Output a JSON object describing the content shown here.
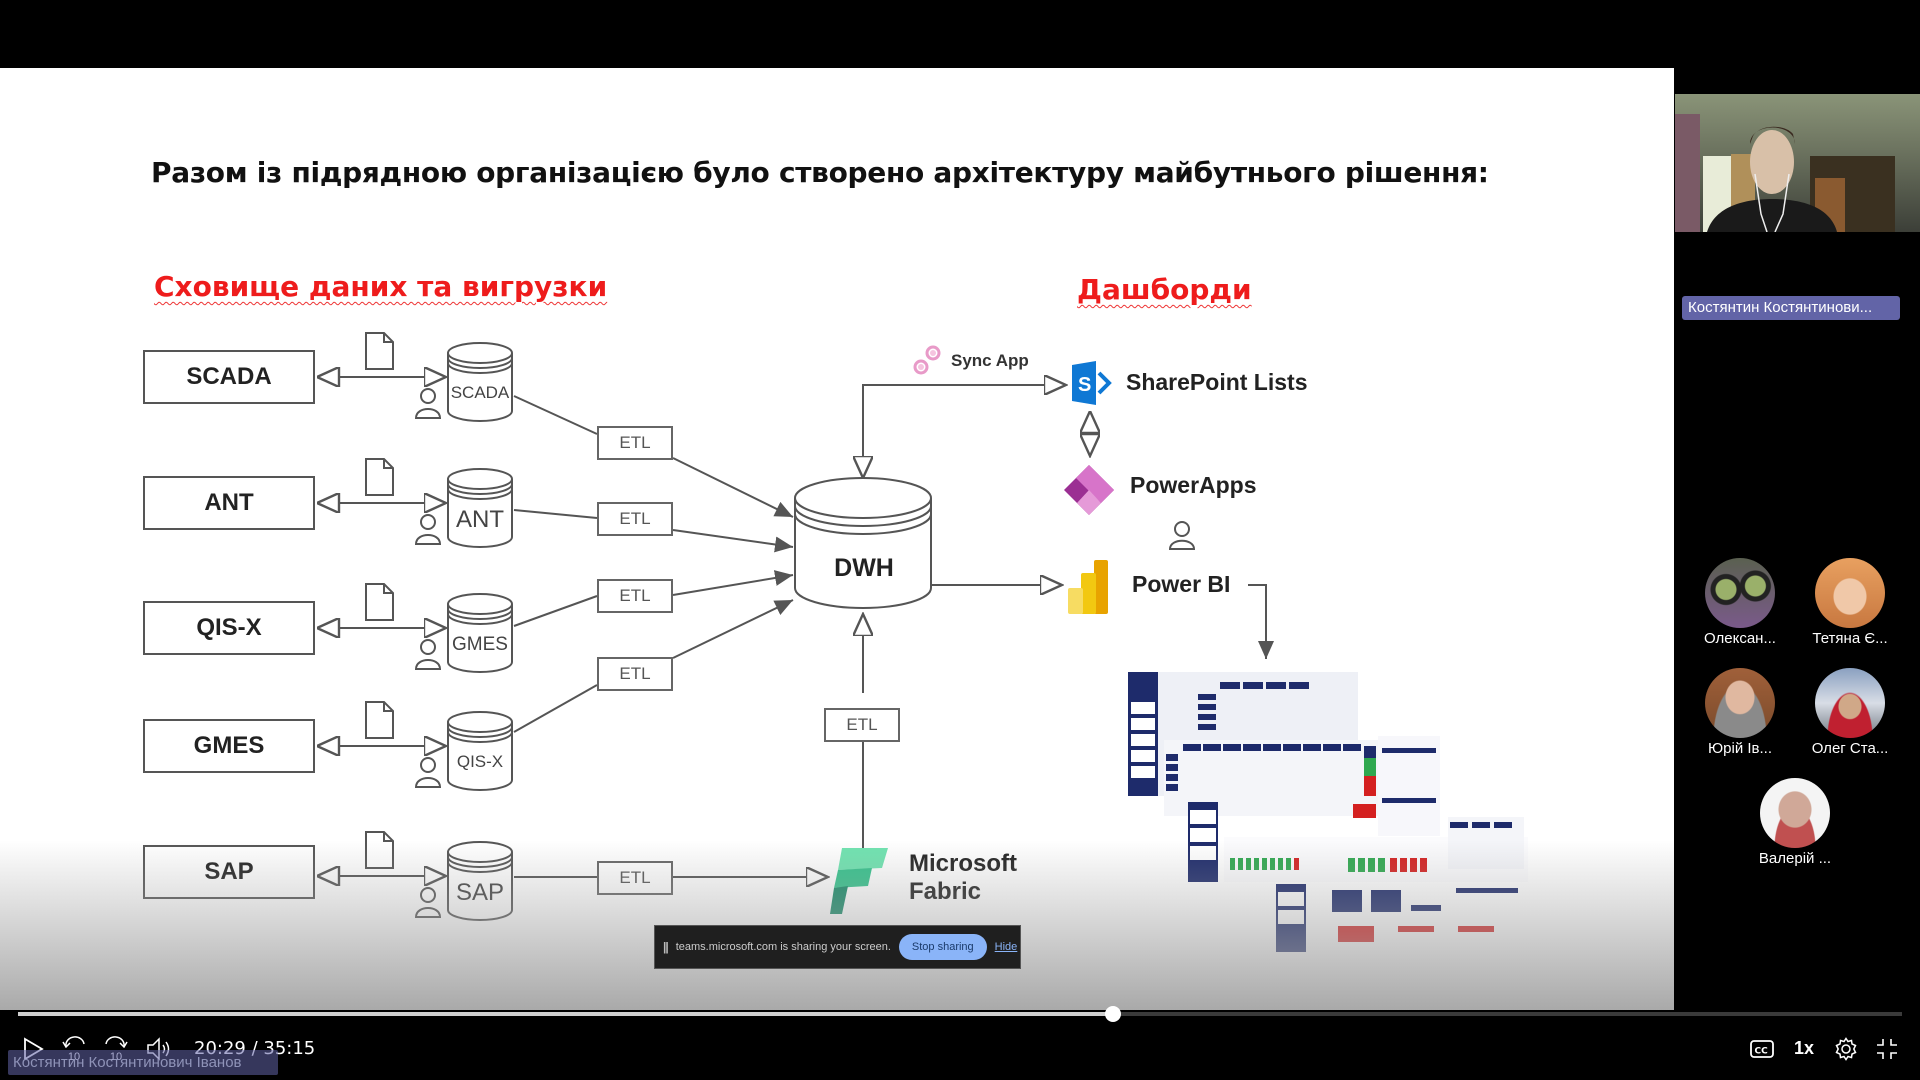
{
  "slide": {
    "title": "Разом із підрядною організацією було створено архітектуру майбутнього рішення:",
    "left_section_title": "Сховище даних та вигрузки",
    "right_section_title": "Дашборди",
    "sources": [
      {
        "system": "SCADA",
        "database": "SCADA"
      },
      {
        "system": "ANT",
        "database": "ANT"
      },
      {
        "system": "QIS-X",
        "database": "GMES"
      },
      {
        "system": "GMES",
        "database": "QIS-X"
      },
      {
        "system": "SAP",
        "database": "SAP"
      }
    ],
    "etl_label": "ETL",
    "warehouse_label": "DWH",
    "sync_app_label": "Sync App",
    "fabric_label_line1": "Microsoft",
    "fabric_label_line2": "Fabric",
    "dashboards": {
      "sharepoint": "SharePoint Lists",
      "powerapps": "PowerApps",
      "powerbi": "Power BI"
    },
    "colors": {
      "section_title": "#ee1c1c",
      "sharepoint": "#0f78d4",
      "powerapps": "#b43ca8",
      "powerbi": "#f2c811",
      "fabric": "#2fbf8f"
    }
  },
  "share_bar": {
    "message": "teams.microsoft.com is sharing your screen.",
    "stop_button": "Stop sharing",
    "hide_link": "Hide"
  },
  "meeting": {
    "presenter_name": "Костянтин Костянтинови...",
    "participants": [
      {
        "name": "Олексан..."
      },
      {
        "name": "Тетяна Є..."
      },
      {
        "name": "Юрій Ів..."
      },
      {
        "name": "Олег Ста..."
      },
      {
        "name": "Валерій ..."
      }
    ]
  },
  "player": {
    "current_time": "20:29",
    "total_time": "35:15",
    "time_display": "20:29 / 35:15",
    "progress_fraction": 0.581,
    "skip_back_label": "10",
    "skip_forward_label": "10",
    "speed": "1x",
    "caption_speaker": "Костянтин Костянтинович Іванов"
  }
}
